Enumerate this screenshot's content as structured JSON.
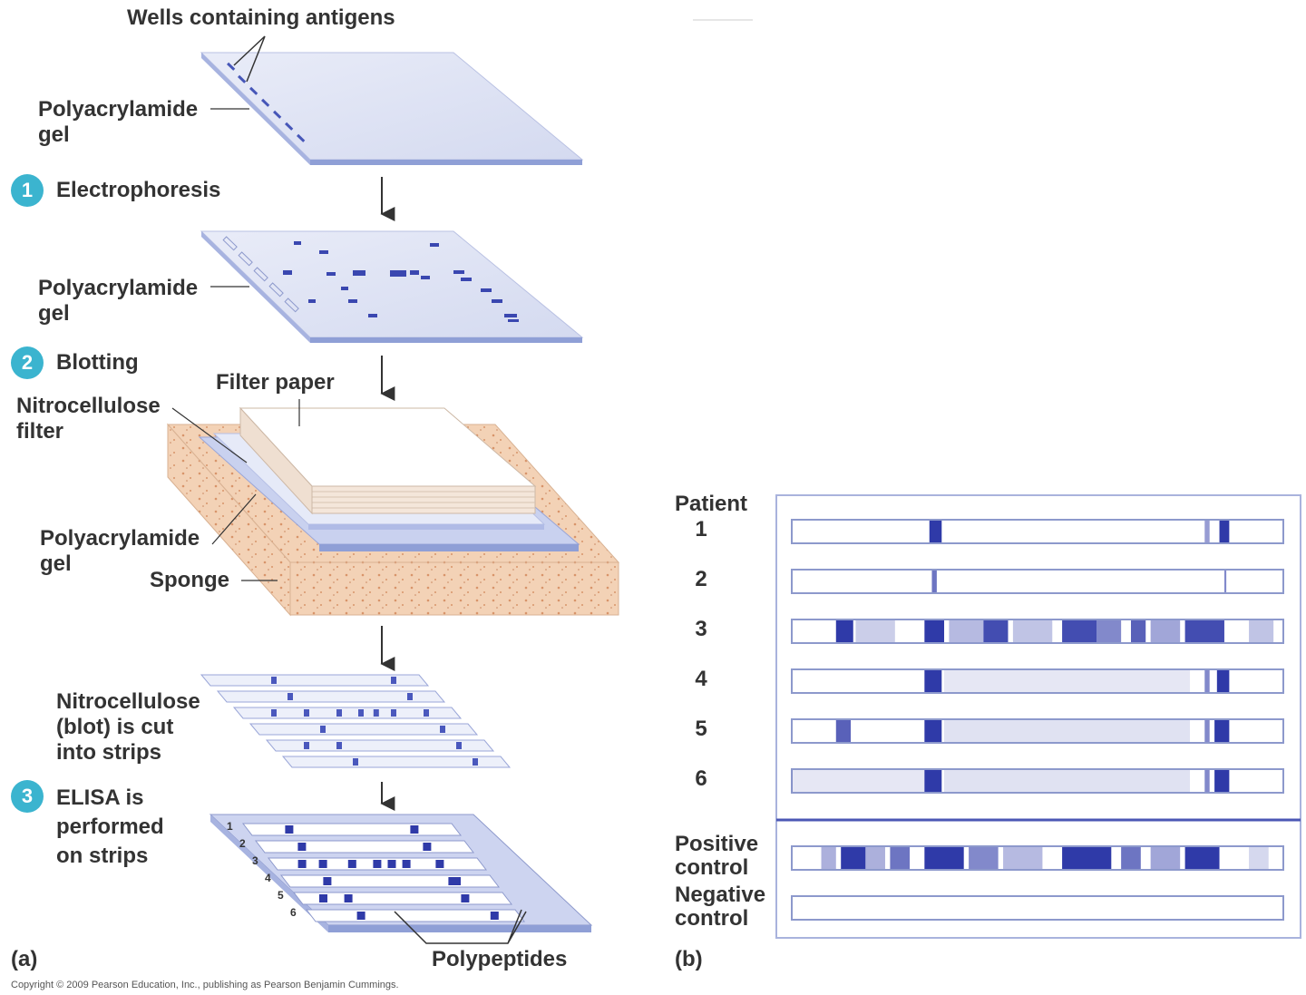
{
  "panel_a": {
    "wells_label": "Wells containing antigens",
    "gel_label_1": "Polyacrylamide\ngel",
    "gel_label_2": "Polyacrylamide\ngel",
    "gel_label_3": "Polyacrylamide\ngel",
    "step1": {
      "num": "1",
      "label": "Electrophoresis"
    },
    "step2": {
      "num": "2",
      "label": "Blotting"
    },
    "step3": {
      "num": "3",
      "label": "ELISA is\nperformed\non strips"
    },
    "filter_paper": "Filter paper",
    "nitro_filter": "Nitrocellulose\nfilter",
    "sponge": "Sponge",
    "strips_label": "Nitrocellulose\n(blot) is cut\ninto strips",
    "polypeptides": "Polypeptides",
    "tray_numbers": [
      "1",
      "2",
      "3",
      "4",
      "5",
      "6"
    ],
    "panel_tag": "(a)",
    "copyright": "Copyright © 2009 Pearson Education, Inc., publishing as Pearson Benjamin Cummings."
  },
  "panel_b": {
    "patient_header": "Patient",
    "patients": [
      "1",
      "2",
      "3",
      "4",
      "5",
      "6"
    ],
    "positive_control": "Positive\ncontrol",
    "negative_control": "Negative\ncontrol",
    "panel_tag": "(b)"
  },
  "colors": {
    "band": "#2f3aa8",
    "gel": "#dfe4f4",
    "gel_edge": "#9aa6d8",
    "sponge": "#f4cfb0",
    "step_circle": "#3bb4cf"
  }
}
